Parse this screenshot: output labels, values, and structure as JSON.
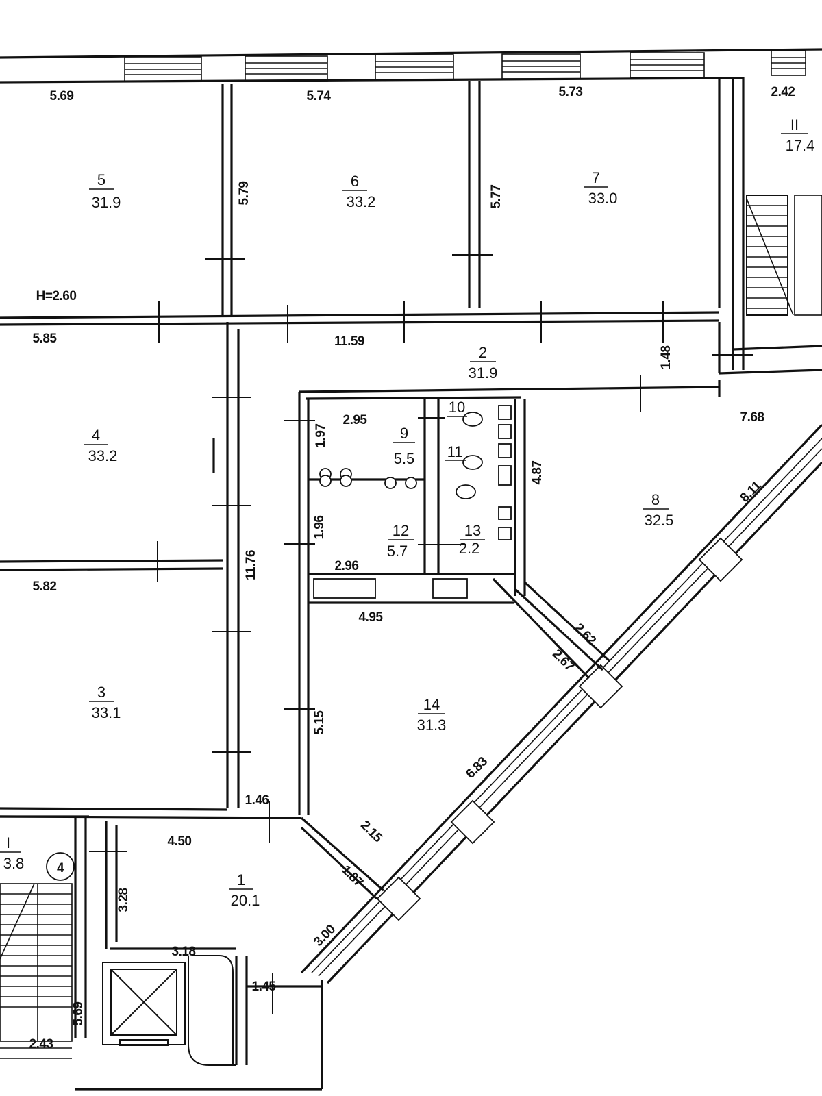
{
  "plan": {
    "ceiling_height": "H=2.60",
    "stair_marker": "4",
    "rooms": [
      {
        "id": "r1",
        "number": "1",
        "area": "20.1"
      },
      {
        "id": "r2",
        "number": "2",
        "area": "31.9"
      },
      {
        "id": "r3",
        "number": "3",
        "area": "33.1"
      },
      {
        "id": "r4",
        "number": "4",
        "area": "33.2"
      },
      {
        "id": "r5",
        "number": "5",
        "area": "31.9"
      },
      {
        "id": "r6",
        "number": "6",
        "area": "33.2"
      },
      {
        "id": "r7",
        "number": "7",
        "area": "33.0"
      },
      {
        "id": "r8",
        "number": "8",
        "area": "32.5"
      },
      {
        "id": "r9",
        "number": "9",
        "area": "5.5"
      },
      {
        "id": "r10",
        "number": "10",
        "area": ""
      },
      {
        "id": "r11",
        "number": "11",
        "area": ""
      },
      {
        "id": "r12",
        "number": "12",
        "area": "5.7"
      },
      {
        "id": "r13",
        "number": "13",
        "area": "2.2"
      },
      {
        "id": "r14",
        "number": "14",
        "area": "31.3"
      },
      {
        "id": "rII",
        "number": "II",
        "area": "17.4"
      },
      {
        "id": "rI",
        "number": "I",
        "area": "3.8"
      }
    ],
    "dimensions": [
      "5.69",
      "5.74",
      "5.73",
      "2.42",
      "5.79",
      "5.77",
      "5.85",
      "11.59",
      "1.48",
      "7.68",
      "2.95",
      "1.97",
      "4.87",
      "1.96",
      "2.96",
      "5.82",
      "4.95",
      "2.62",
      "2.67",
      "8.11",
      "11.76",
      "5.15",
      "6.83",
      "1.46",
      "4.50",
      "2.15",
      "1.87",
      "3.28",
      "3.00",
      "3.18",
      "1.45",
      "5.69",
      "2.43"
    ]
  }
}
